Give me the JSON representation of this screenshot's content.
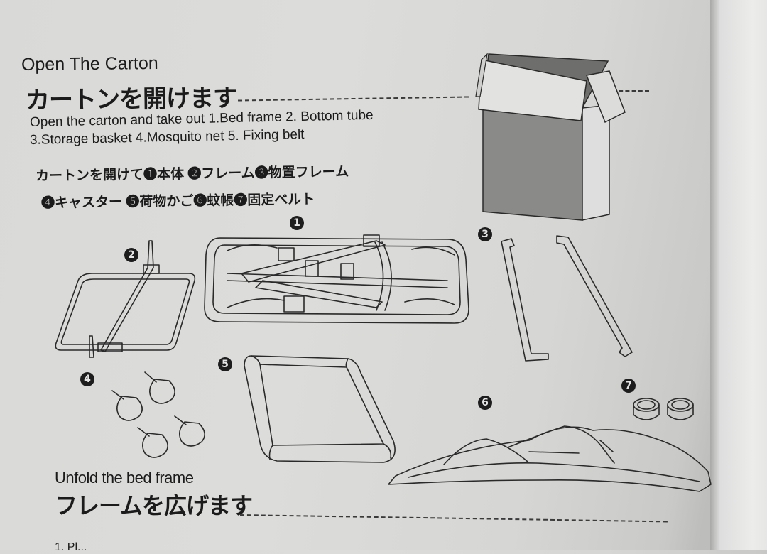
{
  "section1": {
    "title_en": "Open The Carton",
    "title_jp": "カートンを開けます",
    "description_en_line1": "Open the carton and take out 1.Bed frame 2. Bottom tube",
    "description_en_line2": "3.Storage basket 4.Mosquito net  5. Fixing belt",
    "description_jp_line1": "カートンを開けて❶本体 ❷フレーム❸物置フレーム",
    "description_jp_line2": "❹キャスター ❺荷物かご❻蚊帳❼固定ベルト"
  },
  "parts": [
    {
      "badge": "1",
      "label": "bed-frame"
    },
    {
      "badge": "2",
      "label": "bottom-tube"
    },
    {
      "badge": "3",
      "label": "storage-frame"
    },
    {
      "badge": "4",
      "label": "casters"
    },
    {
      "badge": "5",
      "label": "storage-basket"
    },
    {
      "badge": "6",
      "label": "mosquito-net"
    },
    {
      "badge": "7",
      "label": "fixing-belt"
    }
  ],
  "section2": {
    "title_en": "Unfold the bed frame",
    "title_jp": "フレームを広げます",
    "step_partial": "1. Pl..."
  },
  "colors": {
    "paper": "#dadad8",
    "ink": "#1b1b1b",
    "carton_dark": "#8a8a88"
  }
}
